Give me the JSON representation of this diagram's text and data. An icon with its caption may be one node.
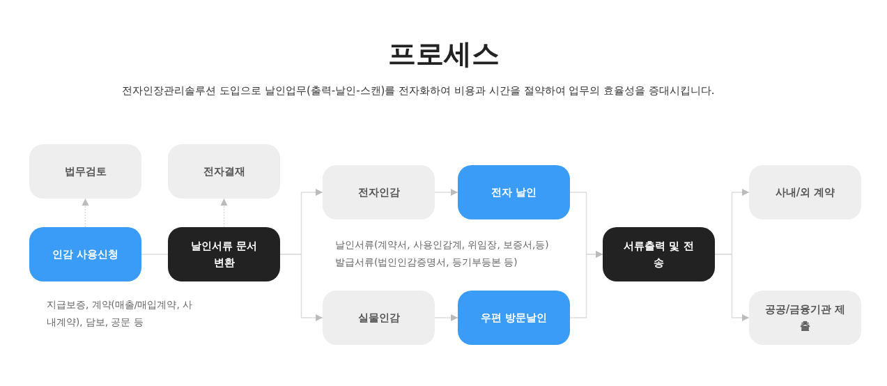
{
  "diagram": {
    "title": "프로세스",
    "nodes": [
      {
        "text": [
          "법무검토"
        ]
      },
      {
        "text": [
          "전자결재"
        ]
      },
      {
        "text": [
          "인감 사용신청"
        ],
        "beside": [
          "지급보증, 계약(매출/매입계약, 사내계약), 담보, 공문 등"
        ]
      },
      {
        "text": [
          "날인서류 문서변환"
        ]
      },
      {
        "text": [
          "전자인감"
        ]
      },
      {
        "text": [
          "전자 날인"
        ]
      },
      {
        "text": [
          "실물인감"
        ]
      },
      {
        "text": [
          "우편 방문날인"
        ]
      },
      {
        "text": [
          "서류출력 및 전송"
        ]
      },
      {
        "text": [
          "사내/외 계약"
        ]
      },
      {
        "text": [
          "공공/금융기관 제출"
        ]
      }
    ],
    "edges": [
      {
        "from": 2,
        "to": 0,
        "arrow": "to",
        "style": "dashed"
      },
      {
        "from": 3,
        "to": 1,
        "arrow": "to",
        "style": "dashed"
      },
      {
        "from": 2,
        "to": 3,
        "arrow": "none"
      },
      {
        "from": 3,
        "to": 4,
        "arrow": "to"
      },
      {
        "from": 3,
        "to": 6,
        "arrow": "to"
      },
      {
        "from": 4,
        "to": 5,
        "arrow": "to"
      },
      {
        "from": 6,
        "to": 7,
        "arrow": "to"
      },
      {
        "from": 5,
        "to": 8,
        "arrow": "to"
      },
      {
        "from": 7,
        "to": 8,
        "arrow": "to"
      },
      {
        "from": 8,
        "to": 9,
        "arrow": "to"
      },
      {
        "from": 8,
        "to": 10,
        "arrow": "to"
      }
    ],
    "labels": [
      "전자인장관리솔루션 도입으로 날인업무(출력-날인-스캔)를 전자화하여 비용과 시간을 절약하여 업무의 효율성을 증대시킵니다.",
      "날인서류(계약서, 사용인감계, 위임장, 보증서,등)",
      "발급서류(법인인감증명서, 등기부등본 등)"
    ]
  }
}
